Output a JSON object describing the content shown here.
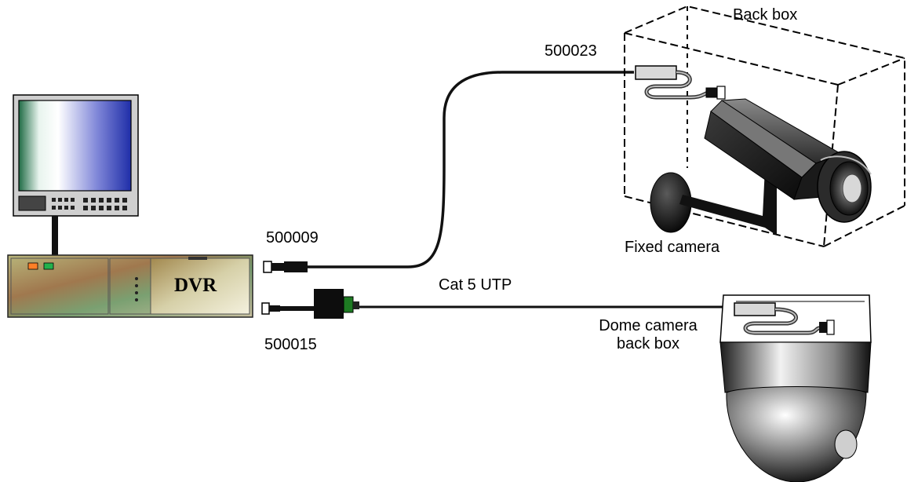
{
  "labels": {
    "back_box": "Back box",
    "part_500023": "500023",
    "part_500009": "500009",
    "part_500015": "500015",
    "cat5": "Cat 5 UTP",
    "fixed_camera": "Fixed camera",
    "dome_line1": "Dome camera",
    "dome_line2": "back box",
    "dvr": "DVR"
  }
}
